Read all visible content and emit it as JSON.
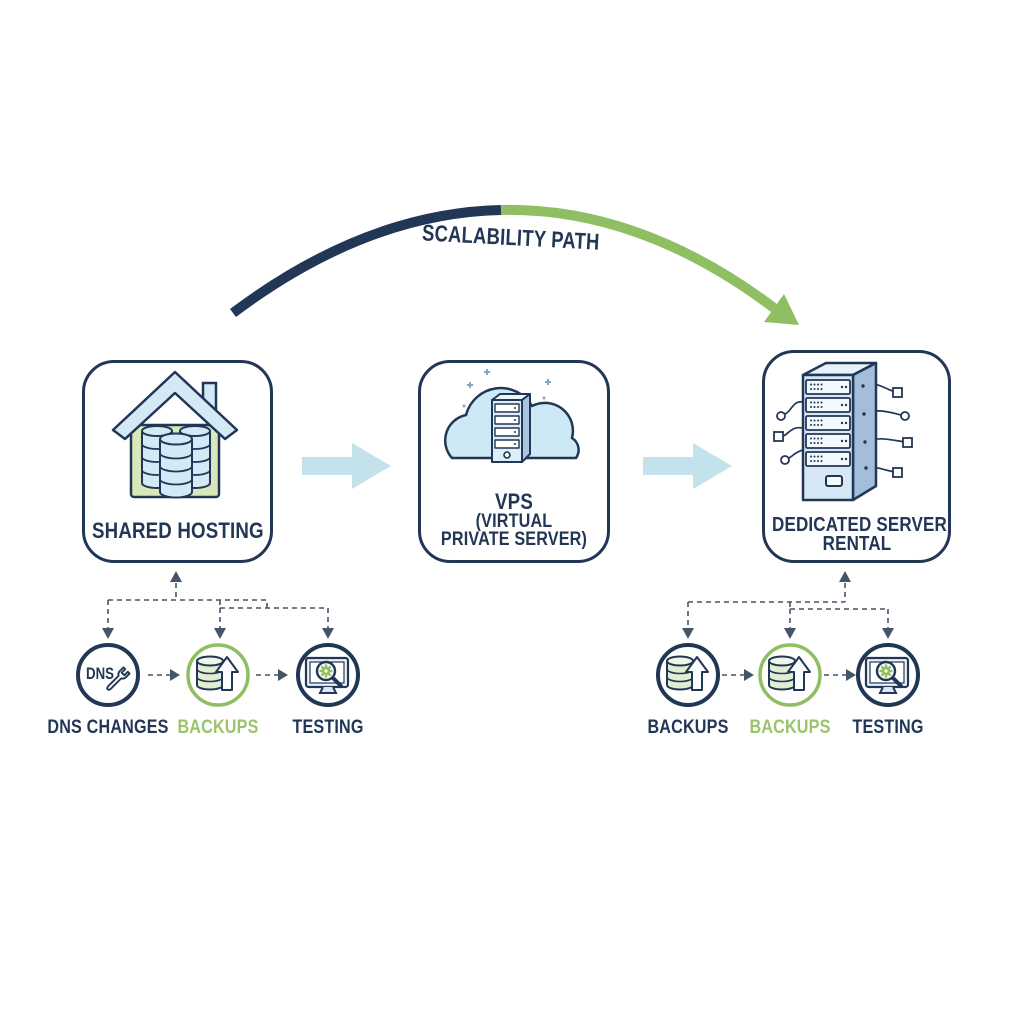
{
  "title": "SCALABILITY PATH",
  "colors": {
    "navy": "#223655",
    "green": "#8fbf62",
    "green_text": "#9ac46b",
    "pale_arrow": "#c3e2ec",
    "light_blue_fill": "#d3e9f6",
    "light_green_fill": "#d8e8ba",
    "side_blue": "#a2bedb",
    "connector": "#475569"
  },
  "arc": {
    "name": "scalability-path-arc",
    "left_color": "#223655",
    "right_color": "#8fbf62"
  },
  "stages": [
    {
      "id": "shared-hosting",
      "lines": [
        "SHARED HOSTING"
      ],
      "icon": "house-database-icon"
    },
    {
      "id": "vps",
      "lines": [
        "VPS",
        "(VIRTUAL",
        "PRIVATE SERVER)"
      ],
      "icon": "cloud-server-icon"
    },
    {
      "id": "dedicated-server-rental",
      "lines": [
        "DEDICATED SERVER",
        "RENTAL"
      ],
      "icon": "server-rack-cables-icon"
    }
  ],
  "flow_arrows": [
    {
      "from": "shared-hosting",
      "to": "vps",
      "icon": "right-block-arrow-icon"
    },
    {
      "from": "vps",
      "to": "dedicated-server-rental",
      "icon": "right-block-arrow-icon"
    }
  ],
  "substeps_left": [
    {
      "label": "DNS CHANGES",
      "icon": "dns-wrench-icon",
      "icon_text": "DNS",
      "accent": "navy"
    },
    {
      "label": "BACKUPS",
      "icon": "database-upload-icon",
      "accent": "green"
    },
    {
      "label": "TESTING",
      "icon": "monitor-magnifier-icon",
      "accent": "navy"
    }
  ],
  "substeps_right": [
    {
      "label": "BACKUPS",
      "icon": "database-upload-icon",
      "accent": "navy"
    },
    {
      "label": "BACKUPS",
      "icon": "database-upload-icon",
      "accent": "green"
    },
    {
      "label": "TESTING",
      "icon": "monitor-magnifier-icon",
      "accent": "navy"
    }
  ]
}
